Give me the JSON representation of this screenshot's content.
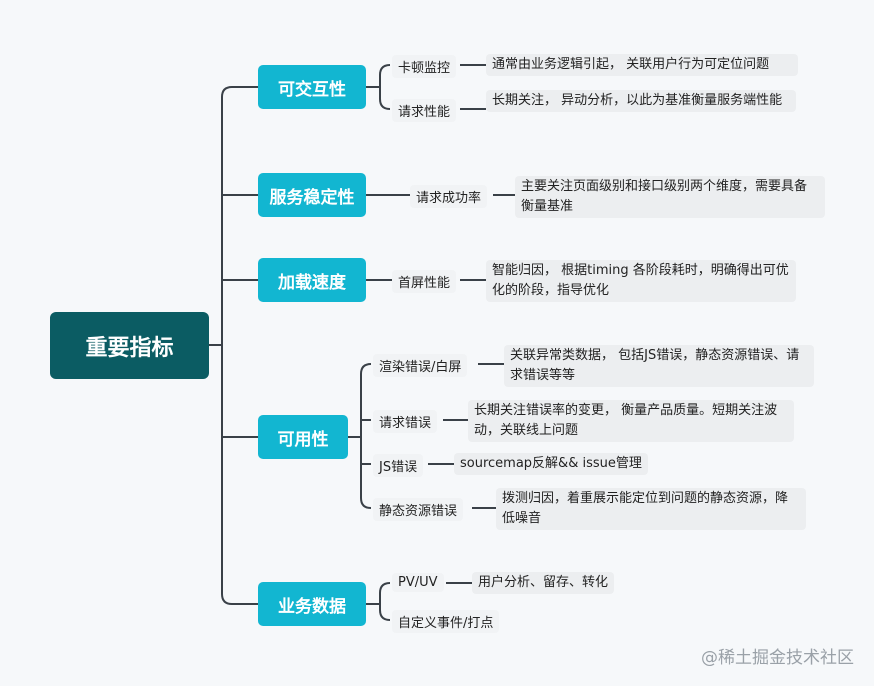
{
  "root": "重要指标",
  "categories": {
    "interactivity": {
      "label": "可交互性",
      "items": [
        {
          "label": "卡顿监控",
          "desc": "通常由业务逻辑引起， 关联用户行为可定位问题"
        },
        {
          "label": "请求性能",
          "desc": "长期关注， 异动分析，以此为基准衡量服务端性能"
        }
      ]
    },
    "stability": {
      "label": "服务稳定性",
      "items": [
        {
          "label": "请求成功率",
          "desc": "主要关注页面级别和接口级别两个维度，需要具备衡量基准"
        }
      ]
    },
    "loading": {
      "label": "加载速度",
      "items": [
        {
          "label": "首屏性能",
          "desc": "智能归因， 根据timing 各阶段耗时，明确得出可优化的阶段，指导优化"
        }
      ]
    },
    "availability": {
      "label": "可用性",
      "items": [
        {
          "label": "渲染错误/白屏",
          "desc": "关联异常类数据， 包括JS错误，静态资源错误、请求错误等等"
        },
        {
          "label": "请求错误",
          "desc": "长期关注错误率的变更， 衡量产品质量。短期关注波动，关联线上问题"
        },
        {
          "label": "JS错误",
          "desc": "sourcemap反解&& issue管理"
        },
        {
          "label": "静态资源错误",
          "desc": "拨测归因，着重展示能定位到问题的静态资源，降低噪音"
        }
      ]
    },
    "business": {
      "label": "业务数据",
      "items": [
        {
          "label": "PV/UV",
          "desc": "用户分析、留存、转化"
        },
        {
          "label": "自定义事件/打点",
          "desc": ""
        }
      ]
    }
  },
  "watermark": "@稀土掘金技术社区",
  "colors": {
    "root_bg": "#0b5c63",
    "category_bg": "#12b6d1",
    "line": "#3a4148"
  }
}
